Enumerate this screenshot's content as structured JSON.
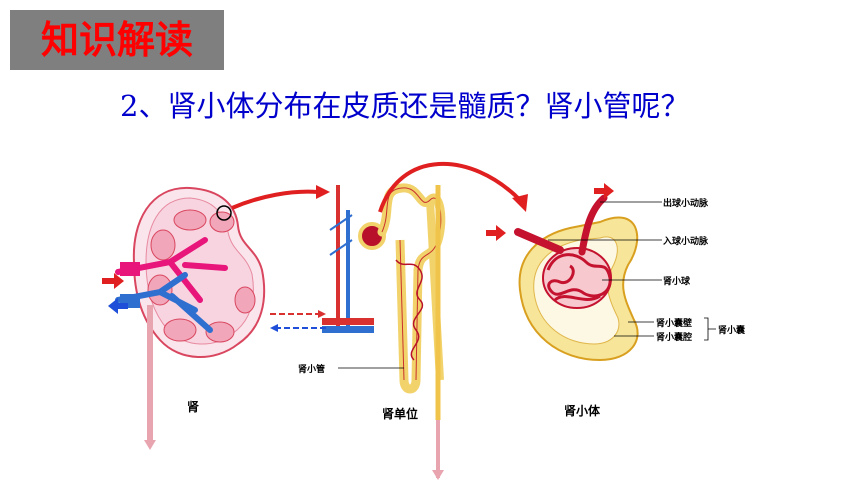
{
  "header": {
    "badge_text": "知识解读"
  },
  "question": "2、肾小体分布在皮质还是髓质？肾小管呢？",
  "figure": {
    "kidney": {
      "caption": "肾"
    },
    "nephron": {
      "caption": "肾单位",
      "tubule_label": "肾小管"
    },
    "corpuscle": {
      "caption": "肾小体",
      "labels": {
        "efferent_arteriole": "出球小动脉",
        "afferent_arteriole": "入球小动脉",
        "glomerulus": "肾小球",
        "capsule_wall": "肾小囊壁",
        "capsule_cavity": "肾小囊腔",
        "capsule": "肾小囊"
      }
    }
  },
  "colors": {
    "badge_bg": "#7f7f7f",
    "badge_text": "#ff0000",
    "question_text": "#0000cc",
    "artery": "#e8157a",
    "vein": "#2f6fd0",
    "tubule": "#f2d36b"
  }
}
